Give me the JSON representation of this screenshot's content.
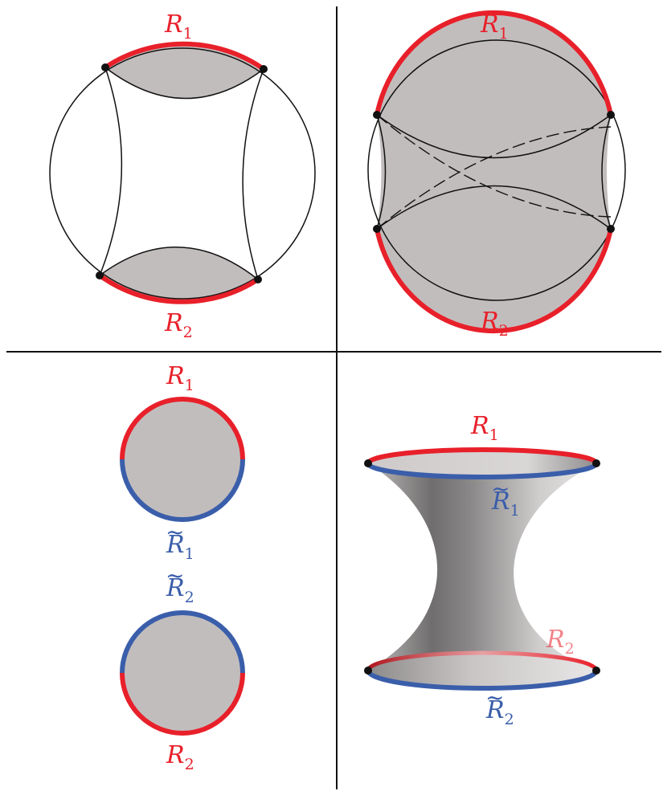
{
  "colors": {
    "red": "#e8202a",
    "blue": "#3a5eaa",
    "gray_fill": "#c2bdbd",
    "ink": "#111111"
  },
  "panels": {
    "top_left": {
      "label_top": "R",
      "label_top_sub": "1",
      "label_bottom": "R",
      "label_bottom_sub": "2"
    },
    "top_right": {
      "label_top": "R",
      "label_top_sub": "1",
      "label_bottom": "R",
      "label_bottom_sub": "2"
    },
    "bottom_left": {
      "upper_disk_top": "R",
      "upper_disk_top_sub": "1",
      "upper_disk_bottom": "R",
      "upper_disk_bottom_sub": "1",
      "lower_disk_top": "R",
      "lower_disk_top_sub": "2",
      "lower_disk_bottom": "R",
      "lower_disk_bottom_sub": "2"
    },
    "bottom_right": {
      "top_rim_red": "R",
      "top_rim_red_sub": "1",
      "top_rim_blue": "R",
      "top_rim_blue_sub": "1",
      "bottom_rim_red": "R",
      "bottom_rim_red_sub": "2",
      "bottom_rim_blue": "R",
      "bottom_rim_blue_sub": "2"
    }
  }
}
